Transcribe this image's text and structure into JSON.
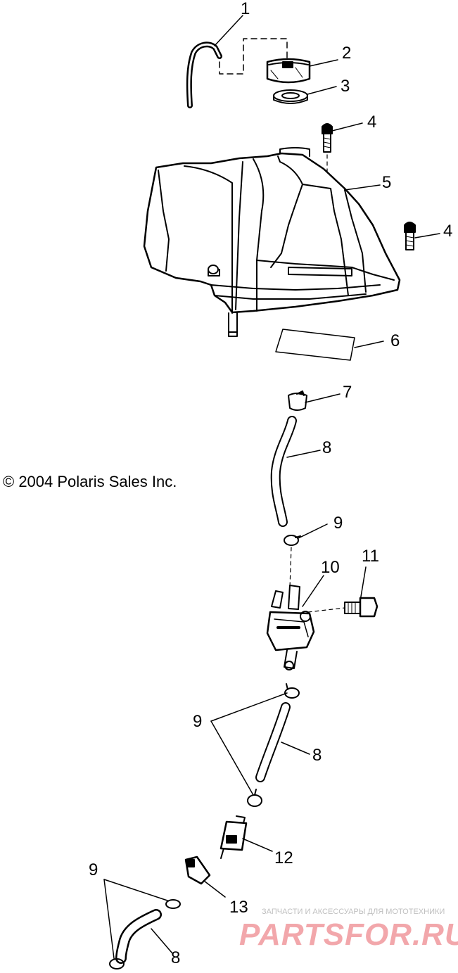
{
  "callouts": {
    "c1": "1",
    "c2": "2",
    "c3": "3",
    "c4a": "4",
    "c4b": "4",
    "c5": "5",
    "c6": "6",
    "c7": "7",
    "c8a": "8",
    "c9a": "9",
    "c10": "10",
    "c11": "11",
    "c9b": "9",
    "c8b": "8",
    "c12": "12",
    "c13": "13",
    "c9c": "9",
    "c8c": "8"
  },
  "copyright": "© 2004 Polaris Sales Inc.",
  "watermark": {
    "tagline": "ЗАПЧАСТИ И АКСЕССУАРЫ ДЛЯ МОТОТЕХНИКИ",
    "brand": "PARTSFOR.RU"
  },
  "colors": {
    "line": "#000000",
    "watermark": "#f2a7ab"
  }
}
